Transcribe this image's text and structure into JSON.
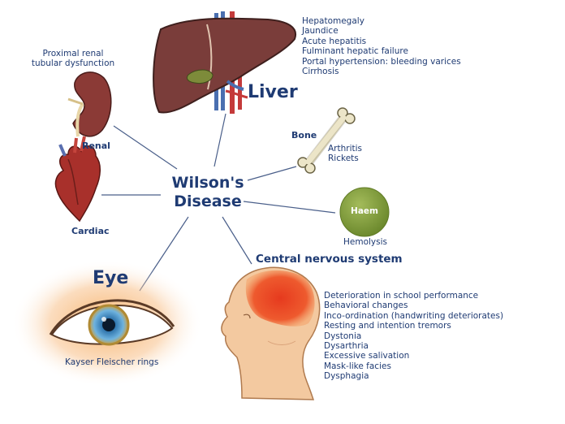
{
  "center": {
    "line1": "Wilson's",
    "line2": "Disease"
  },
  "liver": {
    "title": "Liver",
    "symptoms": [
      "Hepatomegaly",
      "Jaundice",
      "Acute hepatitis",
      "Fulminant hepatic failure",
      "Portal hypertension: bleeding varices",
      "Cirrhosis"
    ]
  },
  "renal": {
    "title": "Renal",
    "symptom_line1": "Proximal renal",
    "symptom_line2": "tubular dysfunction"
  },
  "bone": {
    "title": "Bone",
    "symptoms": [
      "Arthritis",
      "Rickets"
    ]
  },
  "cardiac": {
    "title": "Cardiac"
  },
  "haem": {
    "title": "Haem",
    "symptom": "Hemolysis"
  },
  "eye": {
    "title": "Eye",
    "symptom": "Kayser Fleischer rings"
  },
  "cns": {
    "title": "Central nervous system",
    "symptoms": [
      "Deterioration in school performance",
      "Behavioral changes",
      "Inco-ordination (handwriting deteriorates)",
      "Resting and intention tremors",
      "Dystonia",
      "Dysarthria",
      "Excessive salivation",
      "Mask-like facies",
      "Dysphagia"
    ]
  },
  "colors": {
    "text": "#1f3b73",
    "line": "#4a5f8a",
    "liver": "#7a3d3a",
    "haem": "#7f9a3a",
    "brain": "#e8452c"
  }
}
